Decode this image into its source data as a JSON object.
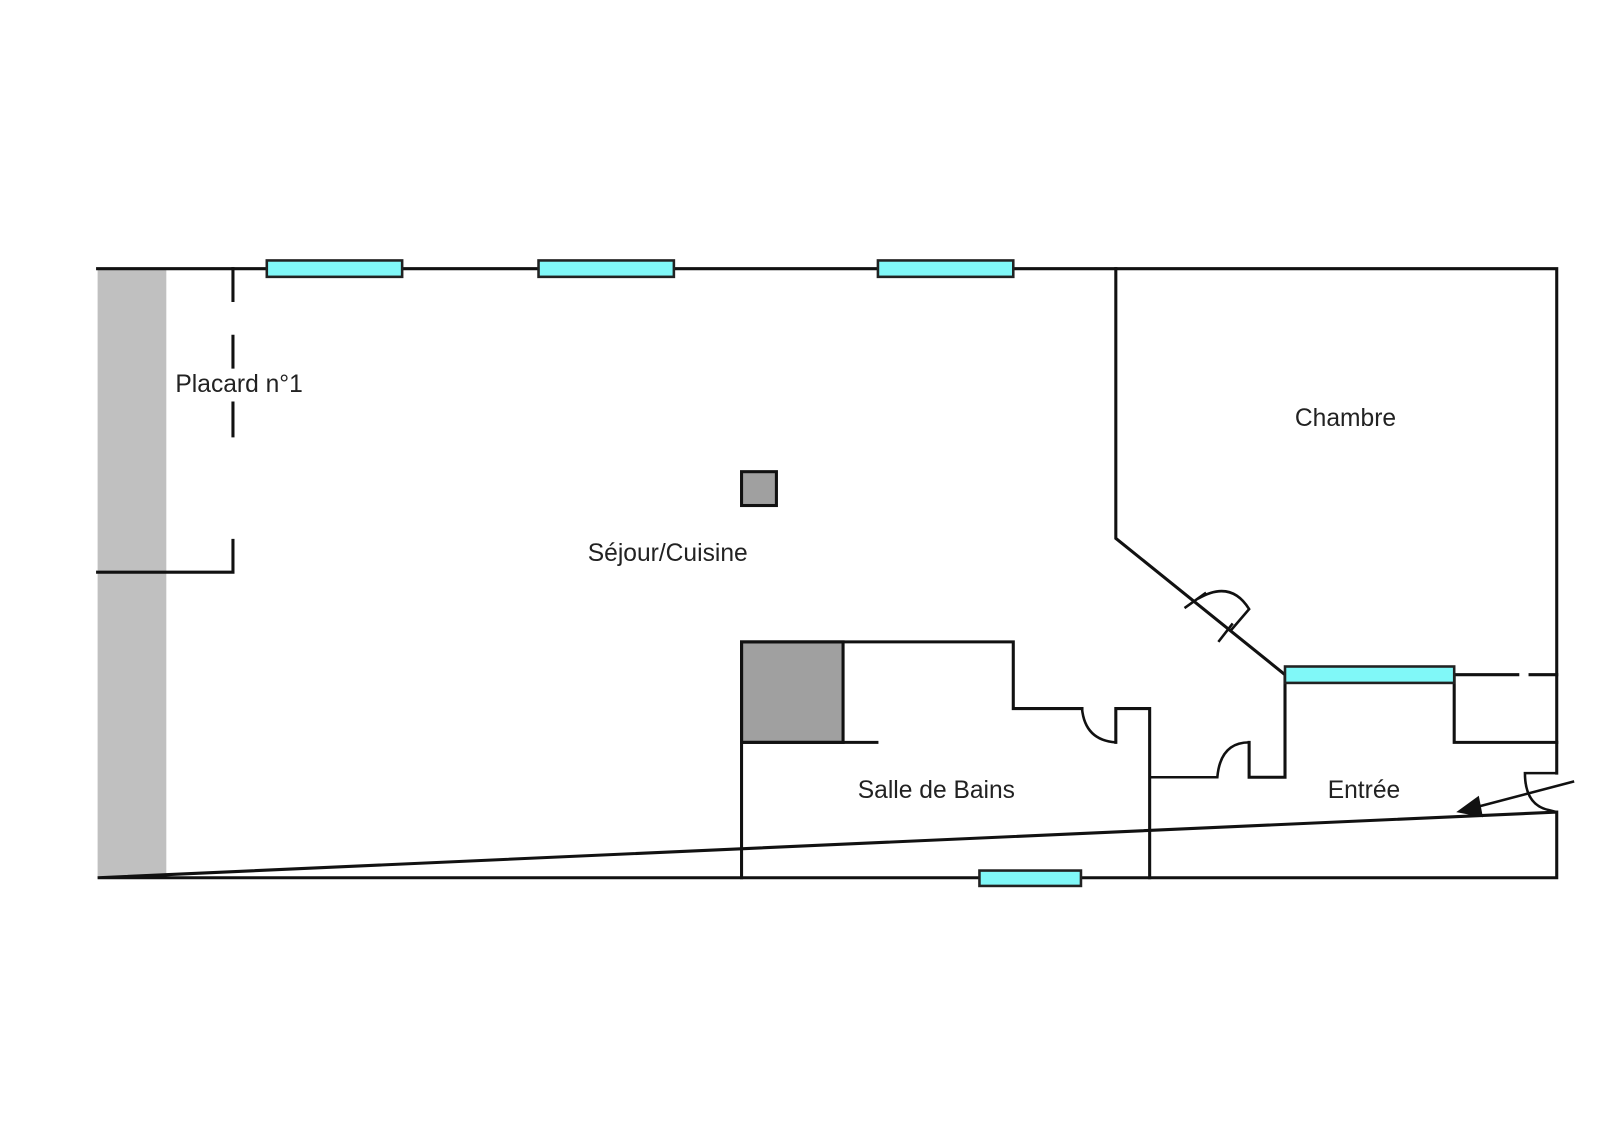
{
  "plan": {
    "rooms": {
      "placard": "Placard n°1",
      "sejour": "Séjour/Cuisine",
      "chambre": "Chambre",
      "salle_de_bains": "Salle de Bains",
      "entree": "Entrée"
    }
  },
  "colors": {
    "window": "#80f8f8",
    "closet_strip": "#c0c0c0",
    "fixture": "#a0a0a0",
    "wall": "#111111"
  }
}
